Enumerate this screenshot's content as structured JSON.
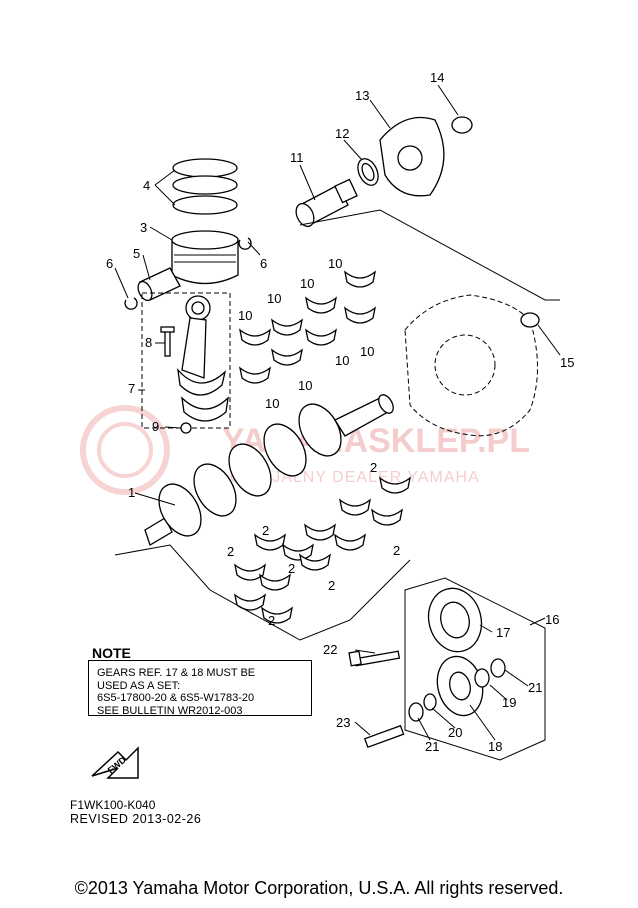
{
  "watermark": {
    "brand": "YAMAHASKLEP.PL",
    "tagline": "OFICJALNY DEALER YAMAHA"
  },
  "callouts": [
    "1",
    "2",
    "3",
    "4",
    "5",
    "6",
    "7",
    "8",
    "9",
    "10",
    "11",
    "12",
    "13",
    "14",
    "15",
    "16",
    "17",
    "18",
    "19",
    "20",
    "21",
    "22",
    "23"
  ],
  "note": {
    "title": "NOTE",
    "lines": [
      "GEARS REF. 17 & 18 MUST BE",
      "USED AS A SET:",
      "6S5-17800-20 & 6S5-W1783-20",
      "SEE BULLETIN WR2012-003"
    ]
  },
  "fwd_label": "FWD",
  "reference_code": "F1WK100-K040",
  "revised": "REVISED 2013-02-26",
  "copyright": "©2013 Yamaha Motor Corporation, U.S.A. All rights reserved."
}
